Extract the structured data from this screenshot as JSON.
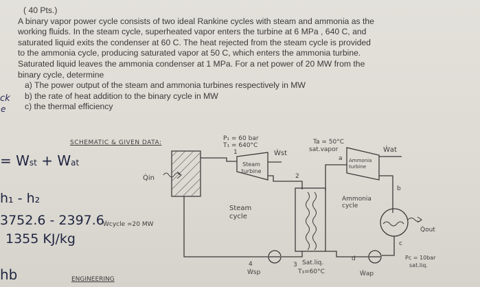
{
  "problem": {
    "points": "( 40 Pts.)",
    "lines": [
      "A binary vapor power cycle consists of two ideal Rankine cycles with steam and ammonia as the",
      "working fluids.  In the steam cycle, superheated vapor enters the turbine at 6 MPa , 640 C,  and",
      "saturated liquid exits the condenser at 60 C.  The heat rejected from the steam cycle is provided",
      "to the ammonia cycle, producing saturated vapor at 50 C, which enters the ammonia turbine.",
      "Saturated liquid leaves the ammonia condenser at 1 MPa.  For a net power of 20 MW from the",
      "binary cycle, determine"
    ],
    "parts": [
      "a) The power output of the steam and ammonia turbines respectively in MW",
      "b) the rate of heat addition to the binary cycle in MW",
      "c) the thermal efficiency"
    ]
  },
  "margin": {
    "ck": "ck",
    "e": "e",
    "eq1": "= W",
    "eq1_sub1": "st",
    "eq1_mid": " + W",
    "eq1_sub2": "at",
    "h1h2": "h₁ - h₂",
    "calc": "3752.6 - 2397.6",
    "result": "1355 KJ/kg",
    "hb": "hb"
  },
  "diagram": {
    "schematic_title": "SCHEMATIC & GIVEN DATA:",
    "engineering": "ENGINEERING",
    "q_in": "Q̇in",
    "w_cycle": "Ẇcycle =20 MW",
    "p1": "P₁ = 60 bar",
    "t1": "T₁ = 640°C",
    "node1": "1",
    "w_st": "Ẇst",
    "steam_turbine": "Steam turbine",
    "node2": "2",
    "steam_cycle": "Steam cycle",
    "ta": "Ta = 50°C",
    "sat_vapor": "sat.vapor",
    "node_a": "a",
    "w_at": "Ẇat",
    "ammonia_turbine": "Ammonia turbine",
    "node_b": "b",
    "ammonia_cycle": "Ammonia cycle",
    "q_out": "Q̇out",
    "node_c": "c",
    "pc": "Pc = 10bar",
    "sat_liq_c": "sat.liq.",
    "node_d": "d",
    "w_ap": "Ẇap",
    "node3": "3",
    "sat_liq3": "Sat.liq.",
    "t3": "T₃=60°C",
    "node4": "4",
    "w_sp": "Ẇsp"
  }
}
